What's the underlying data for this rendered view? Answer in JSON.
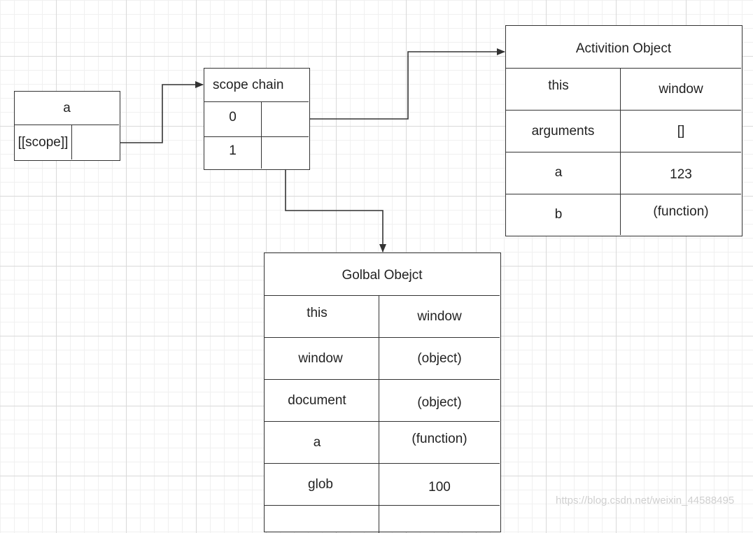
{
  "function_a": {
    "title": "a",
    "scope_label": "[[scope]]",
    "scope_value": ""
  },
  "scope_chain": {
    "title": "scope chain",
    "rows": [
      {
        "index": "0",
        "value": ""
      },
      {
        "index": "1",
        "value": ""
      }
    ]
  },
  "activation_object": {
    "title": "Activition Object",
    "rows": [
      {
        "key": "this",
        "value": "window"
      },
      {
        "key": "arguments",
        "value": "[]"
      },
      {
        "key": "a",
        "value": "123"
      },
      {
        "key": "b",
        "value": "(function)"
      }
    ]
  },
  "global_object": {
    "title": "Golbal Obejct",
    "rows": [
      {
        "key": "this",
        "value": "window"
      },
      {
        "key": "window",
        "value": "(object)"
      },
      {
        "key": "document",
        "value": "(object)"
      },
      {
        "key": "a",
        "value": "(function)"
      },
      {
        "key": "glob",
        "value": "100"
      },
      {
        "key": "",
        "value": ""
      }
    ]
  },
  "watermark": "https://blog.csdn.net/weixin_44588495",
  "colors": {
    "stroke": "#333333",
    "text": "#222222",
    "grid_major": "#d9d9d9",
    "grid_minor": "#f0f0f0",
    "watermark": "#d0d0d0"
  }
}
